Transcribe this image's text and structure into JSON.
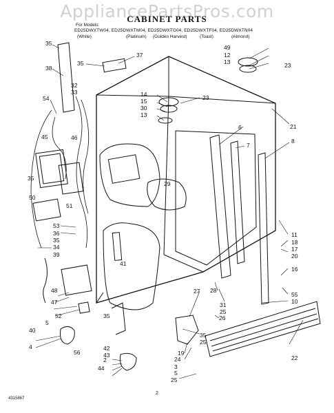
{
  "watermark": "AppliancePartsPros.com",
  "title": "CABINET PARTS",
  "for_models_label": "For Models:",
  "models": "ED25DWXTW04, ED25DWXTM04, ED25DWXTG04, ED25DWXTF04, ED25DWXTN04",
  "colors": [
    "(White)",
    "(Platinum)",
    "(Golden Harvest)",
    "(Toast)",
    "(Almond)"
  ],
  "labels": [
    "35",
    "38",
    "37",
    "35",
    "32",
    "33",
    "54",
    "45",
    "46",
    "35",
    "51",
    "50",
    "53",
    "36",
    "35",
    "34",
    "39",
    "48",
    "47",
    "52",
    "5",
    "40",
    "4",
    "49",
    "12",
    "13",
    "14",
    "15",
    "23",
    "30",
    "13",
    "23",
    "21",
    "6",
    "7",
    "8",
    "29",
    "41",
    "11",
    "18",
    "17",
    "20",
    "16",
    "55",
    "10",
    "31",
    "25",
    "28",
    "27",
    "26",
    "35",
    "25",
    "19",
    "24",
    "3",
    "5",
    "25",
    "22",
    "44",
    "2",
    "43",
    "42",
    "56",
    "35"
  ],
  "part_number": "4315867",
  "page_number": "2"
}
